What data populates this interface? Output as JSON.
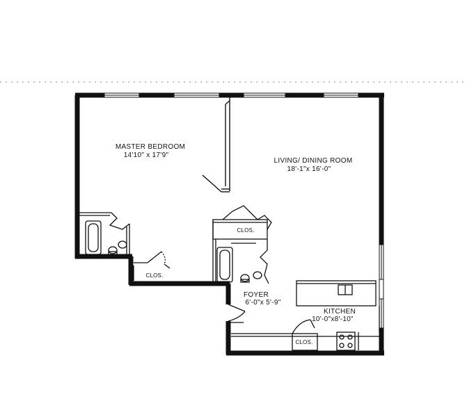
{
  "rooms": {
    "master_bedroom": {
      "name": "MASTER BEDROOM",
      "size": "14'10\" x 17'9\""
    },
    "living_dining": {
      "name": "LIVING/ DINING ROOM",
      "size": "18'-1\"x 16'-0\""
    },
    "foyer": {
      "name": "FOYER",
      "size": "6'-0\"x 5'-9\""
    },
    "kitchen": {
      "name": "KITCHEN",
      "size": "10'-0\"x8'-10\""
    },
    "closet_top": {
      "name": "CLOS."
    },
    "closet_bedroom": {
      "name": "CLOS."
    },
    "closet_kitchen": {
      "name": "CLOS."
    }
  },
  "colors": {
    "wall": "#111111",
    "line": "#222222",
    "background": "#ffffff"
  }
}
